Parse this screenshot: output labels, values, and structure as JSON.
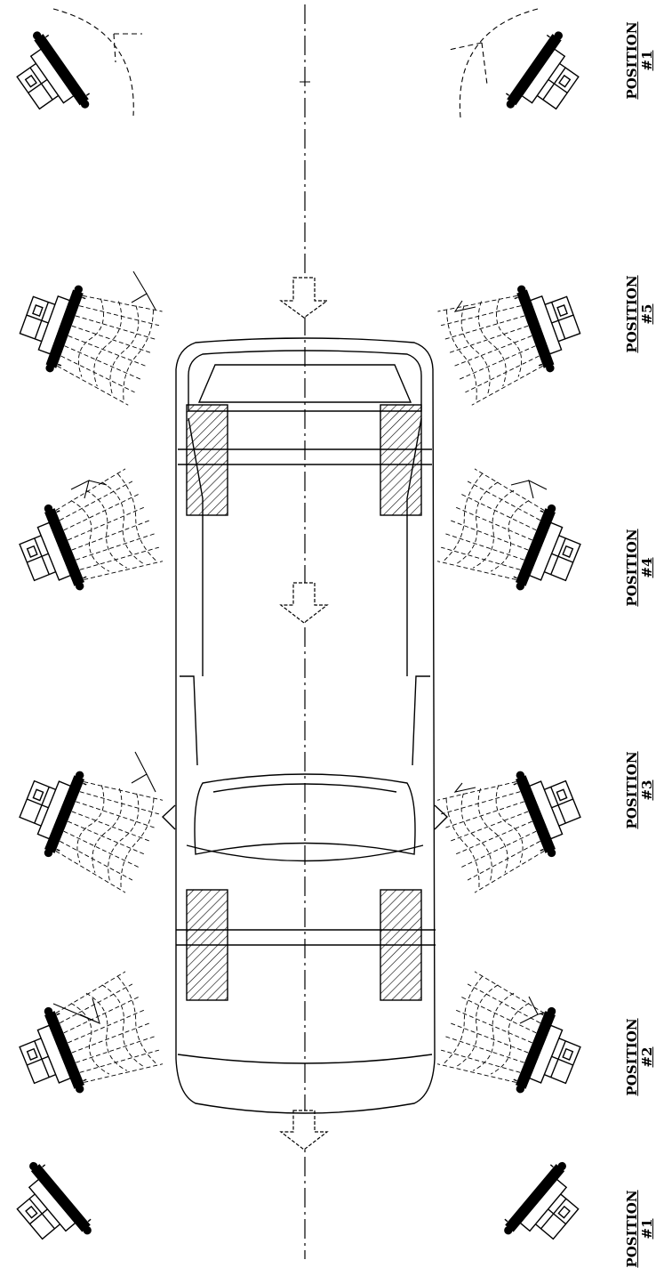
{
  "labels": [
    {
      "word": "POSITION",
      "number": "#1"
    },
    {
      "word": "POSITION",
      "number": "#2"
    },
    {
      "word": "POSITION",
      "number": "#3"
    },
    {
      "word": "POSITION",
      "number": "#4"
    },
    {
      "word": "POSITION",
      "number": "#5"
    },
    {
      "word": "POSITION",
      "number": "#1"
    }
  ],
  "colors": {
    "ink": "#000000",
    "paper": "#ffffff"
  }
}
